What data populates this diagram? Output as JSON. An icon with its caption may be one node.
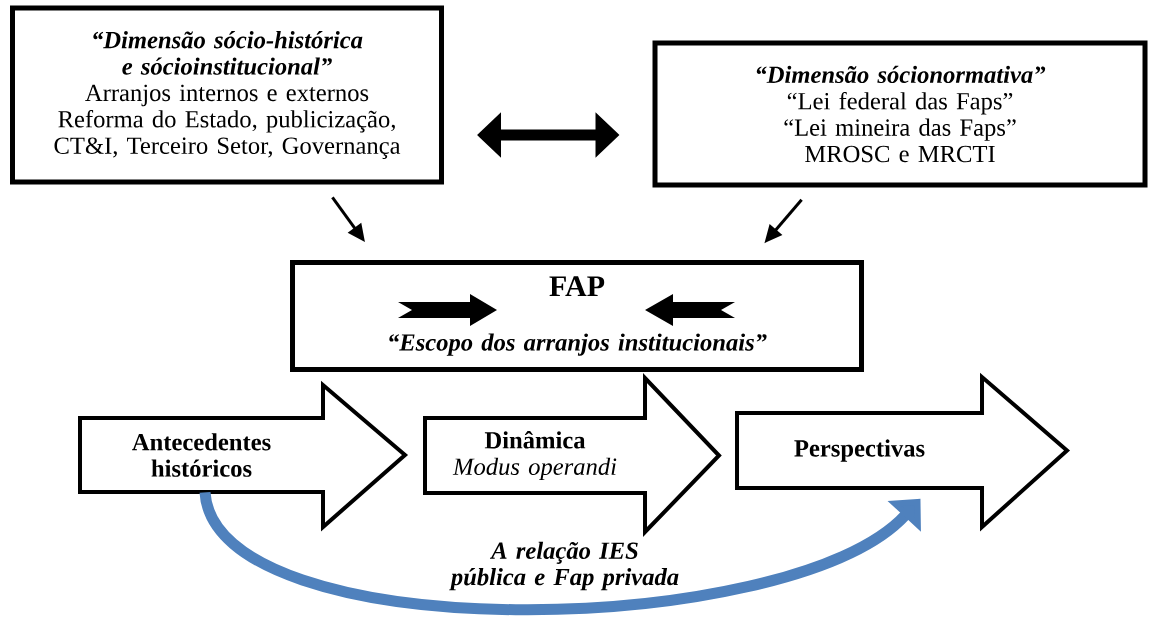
{
  "diagram": {
    "nodes": [
      {
        "text": [
          "“Dimensão sócio-histórica e sócioinstitucional”",
          "Arranjos internos e externos",
          "Reforma do Estado, publicização, CT&I, Terceiro Setor, Governança"
        ]
      },
      {
        "text": [
          "“Dimensão sócionormativa”",
          "“Lei federal das Faps”",
          "“Lei mineira das Faps”",
          "MROSC e MRCTI"
        ]
      },
      {
        "text": [
          "FAP",
          "“Escopo dos arranjos institucionais”"
        ]
      },
      {
        "text": [
          "Antecedentes históricos"
        ]
      },
      {
        "text": [
          "Dinâmica",
          "Modus operandi"
        ]
      },
      {
        "text": [
          "Perspectivas"
        ]
      }
    ],
    "edges": [
      {
        "from": 0,
        "to": 1,
        "arrow": "both",
        "style": "thick"
      },
      {
        "from": 0,
        "to": 2,
        "arrow": "to"
      },
      {
        "from": 1,
        "to": 2,
        "arrow": "to"
      },
      {
        "from": 3,
        "to": 5,
        "arrow": "to",
        "style": "thick",
        "color": "#4f81bd"
      }
    ],
    "labels": [
      "A relação IES pública e Fap privada"
    ]
  }
}
